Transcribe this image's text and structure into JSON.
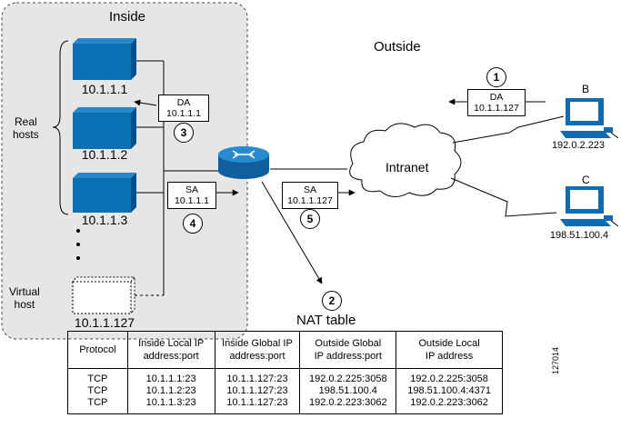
{
  "regions": {
    "inside": "Inside",
    "outside": "Outside"
  },
  "hosts": {
    "real_label": "Real\nhosts",
    "virtual_label": "Virtual\nhost",
    "h1": "10.1.1.1",
    "h2": "10.1.1.2",
    "h3": "10.1.1.3",
    "virtual": "10.1.1.127"
  },
  "cloud": "Intranet",
  "remote": {
    "b_letter": "B",
    "b_ip": "192.0.2.223",
    "c_letter": "C",
    "c_ip": "198.51.100.4"
  },
  "packets": {
    "p1": {
      "k": "DA",
      "v": "10.1.1.127"
    },
    "p3": {
      "k": "DA",
      "v": "10.1.1.1"
    },
    "p4": {
      "k": "SA",
      "v": "10.1.1.1"
    },
    "p5": {
      "k": "SA",
      "v": "10.1.1.127"
    }
  },
  "steps": {
    "s1": "1",
    "s2": "2",
    "s3": "3",
    "s4": "4",
    "s5": "5"
  },
  "nat_title": "NAT table",
  "nat_table": {
    "headers": {
      "protocol": "Protocol",
      "inside_local": "Inside Local IP\naddress:port",
      "inside_global": "Inside Global IP\naddress:port",
      "outside_global": "Outside Global\nIP address:port",
      "outside_local": "Outside Local\nIP address"
    },
    "columns": {
      "protocol": "TCP\nTCP\nTCP",
      "inside_local": "10.1.1.1:23\n10.1.1.2:23\n10.1.1.3:23",
      "inside_global": "10.1.1.127:23\n10.1.1.127:23\n10.1.1.127:23",
      "outside_global": "192.0.2.225:3058\n198.51.100.4\n192.0.2.223:3062",
      "outside_local": "192.0.2.225:3058\n198.51.100.4:4371\n192.0.2.223:3062"
    }
  },
  "figure_id": "127014",
  "colors": {
    "host_blue": "#0a72b4",
    "host_top": "#0059a0",
    "panel_bg": "#e6e6e6",
    "router": "#1a73b8"
  }
}
